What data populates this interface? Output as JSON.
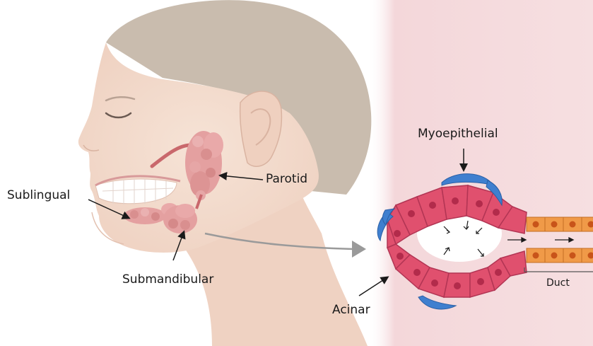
{
  "labels": {
    "sublingual": "Sublingual",
    "parotid": "Parotid",
    "submandibular": "Submandibular",
    "myoepithelial": "Myoepithelial",
    "acinar": "Acinar",
    "duct": "Duct"
  },
  "colors": {
    "skin": "#f3ddcf",
    "skin_shadow": "#e9c8b6",
    "hair": "#c9bcae",
    "gland": "#e4a0a0",
    "gland_dark": "#c97a7c",
    "panel_bg": "#f6dfe1",
    "acinar_cell": "#e0506e",
    "nucleus": "#b22b4b",
    "myoepithelial": "#3f7fcf",
    "duct_cell": "#f09a48",
    "duct_nucleus": "#c8541a",
    "arrow": "#9a9a9a"
  }
}
